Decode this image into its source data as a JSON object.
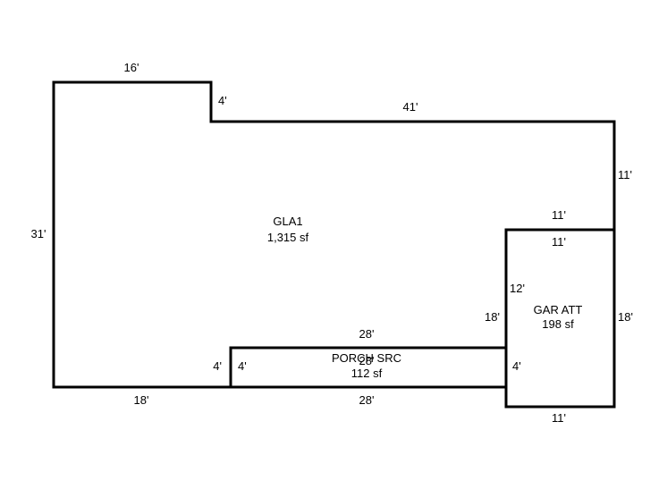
{
  "areas": {
    "gla": {
      "name": "GLA1",
      "area": "1,315 sf"
    },
    "garage": {
      "name": "GAR ATT",
      "area": "198 sf"
    },
    "porch": {
      "name": "PORCH SRC",
      "area": "112 sf"
    }
  },
  "dimensions": {
    "gla_top_left": "16'",
    "gla_step": "4'",
    "gla_top_right": "41'",
    "gla_right_upper": "11'",
    "gla_left": "31'",
    "gla_bottom_left": "18'",
    "gla_porch_side": "4'",
    "gla_above_garage": "11'",
    "gla_beside_garage": "18'",
    "garage_top": "11'",
    "garage_left_upper": "12'",
    "garage_left_lower": "4'",
    "garage_right": "18'",
    "garage_bottom": "11'",
    "porch_top": "28'",
    "porch_top_overlap": "28'",
    "porch_left": "4'",
    "porch_bottom": "28'"
  },
  "colors": {
    "line": "#000000",
    "background": "#ffffff"
  }
}
